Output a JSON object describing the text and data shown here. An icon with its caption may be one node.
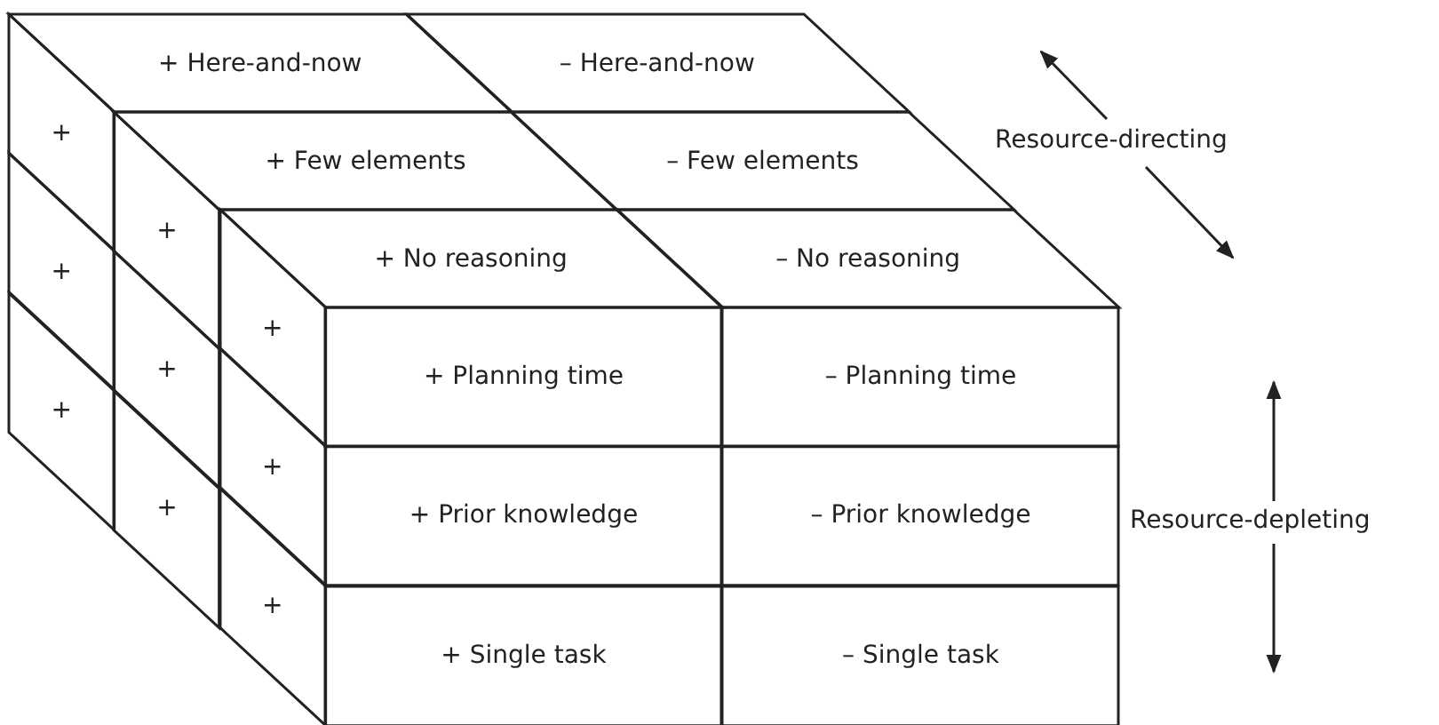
{
  "diagram": {
    "nodes": [
      {
        "text": [
          "+ Here-and-now"
        ]
      },
      {
        "text": [
          "– Here-and-now"
        ]
      },
      {
        "text": [
          "+ Few elements"
        ]
      },
      {
        "text": [
          "– Few elements"
        ]
      },
      {
        "text": [
          "+ No reasoning"
        ]
      },
      {
        "text": [
          "– No reasoning"
        ]
      },
      {
        "text": [
          "+"
        ]
      },
      {
        "text": [
          "+"
        ]
      },
      {
        "text": [
          "+"
        ]
      },
      {
        "text": [
          "+"
        ]
      },
      {
        "text": [
          "+"
        ]
      },
      {
        "text": [
          "+"
        ]
      },
      {
        "text": [
          "+"
        ]
      },
      {
        "text": [
          "+"
        ]
      },
      {
        "text": [
          "+"
        ]
      },
      {
        "text": [
          "+ Planning time"
        ]
      },
      {
        "text": [
          "– Planning time"
        ]
      },
      {
        "text": [
          "+ Prior knowledge"
        ]
      },
      {
        "text": [
          "– Prior knowledge"
        ]
      },
      {
        "text": [
          "+ Single task"
        ]
      },
      {
        "text": [
          "– Single task"
        ]
      }
    ],
    "labels": [
      "Resource-directing",
      "Resource-depleting"
    ]
  }
}
